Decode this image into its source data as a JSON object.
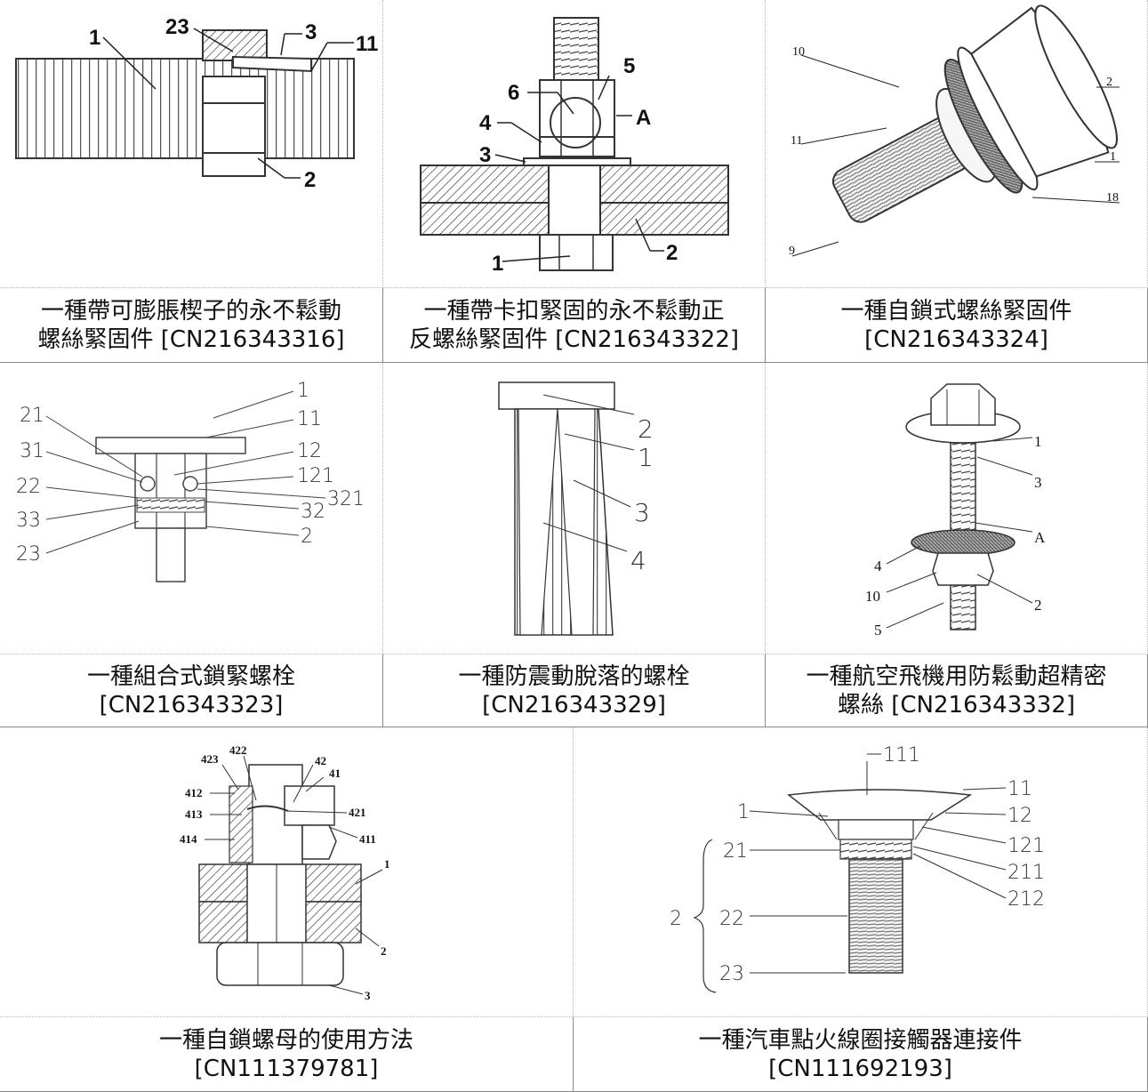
{
  "patents": [
    {
      "title_line1": "一種帶可膨脹楔子的永不鬆動",
      "title_line2": "螺絲緊固件 [CN216343316]",
      "labels": [
        "1",
        "23",
        "3",
        "11",
        "2"
      ]
    },
    {
      "title_line1": "一種帶卡扣緊固的永不鬆動正",
      "title_line2": "反螺絲緊固件 [CN216343322]",
      "labels": [
        "5",
        "6",
        "A",
        "4",
        "3",
        "1",
        "2"
      ]
    },
    {
      "title_line1": "一種自鎖式螺絲緊固件",
      "title_line2": "[CN216343324]",
      "labels": [
        "10",
        "2",
        "11",
        "1",
        "18",
        "9"
      ]
    },
    {
      "title_line1": "一種組合式鎖緊螺栓",
      "title_line2": "[CN216343323]",
      "labels": [
        "1",
        "21",
        "11",
        "31",
        "12",
        "121",
        "22",
        "321",
        "32",
        "33",
        "2",
        "23"
      ]
    },
    {
      "title_line1": "一種防震動脫落的螺栓",
      "title_line2": "[CN216343329]",
      "labels": [
        "2",
        "1",
        "3",
        "4"
      ]
    },
    {
      "title_line1": "一種航空飛機用防鬆動超精密",
      "title_line2": "螺絲 [CN216343332]",
      "labels": [
        "1",
        "3",
        "A",
        "4",
        "10",
        "2",
        "5"
      ]
    },
    {
      "title_line1": "一種自鎖螺母的使用方法",
      "title_line2": "[CN111379781]",
      "labels": [
        "423",
        "422",
        "42",
        "41",
        "412",
        "413",
        "421",
        "414",
        "411",
        "1",
        "2",
        "3"
      ]
    },
    {
      "title_line1": "一種汽車點火線圈接觸器連接件",
      "title_line2": "[CN111692193]",
      "labels": [
        "111",
        "11",
        "1",
        "12",
        "121",
        "21",
        "211",
        "212",
        "2",
        "22",
        "23"
      ]
    }
  ]
}
